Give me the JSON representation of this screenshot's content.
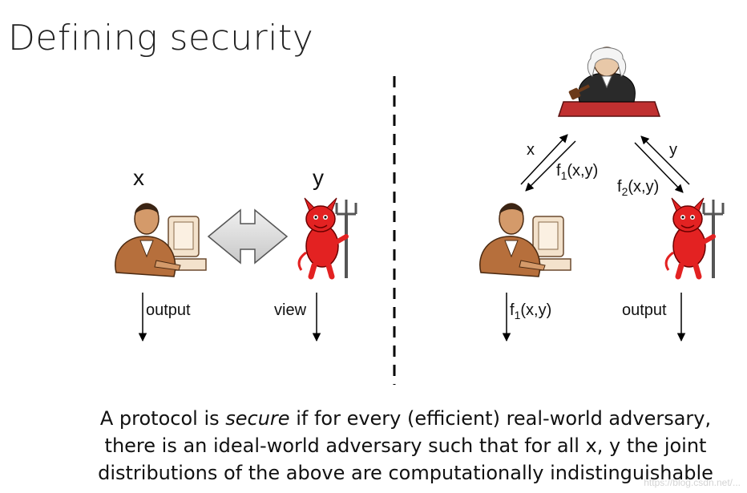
{
  "slide": {
    "title": "Defining security"
  },
  "real_world": {
    "party1_input": "x",
    "party2_input": "y",
    "party1_output_label": "output",
    "party2_output_label": "view"
  },
  "ideal_world": {
    "to_judge_left": "x",
    "to_judge_right": "y",
    "from_judge_left_f": "f",
    "from_judge_left_sub": "1",
    "from_judge_left_args": "(x,y)",
    "from_judge_right_f": "f",
    "from_judge_right_sub": "2",
    "from_judge_right_args": "(x,y)",
    "party1_output_f": "f",
    "party1_output_sub": "1",
    "party1_output_args": "(x,y)",
    "party2_output_label": "output"
  },
  "caption": {
    "line1_pre": "A protocol is ",
    "line1_em": "secure",
    "line1_post": " if for every (efficient) real-world adversary,",
    "line2": "there is an ideal-world adversary such that for all x, y the joint",
    "line3": "distributions of the above are computationally indistinguishable"
  },
  "watermark": "https://blog.csdn.net/..."
}
